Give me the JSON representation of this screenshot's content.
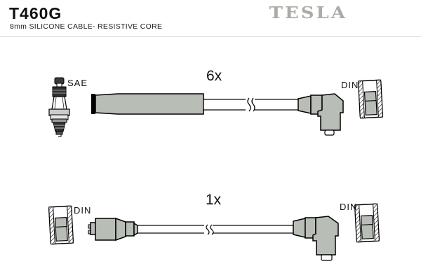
{
  "header": {
    "part_number": "T460G",
    "description": "8mm SILICONE CABLE- RESISTIVE CORE",
    "brand_logo": "TESLA"
  },
  "diagram": {
    "rows": [
      {
        "name": "spark-plug-lead",
        "quantity_label": "6x",
        "left_connector": {
          "type": "spark-plug",
          "label": "SAE"
        },
        "right_connector": {
          "type": "elbow-distributor-boot",
          "label": "DIN"
        }
      },
      {
        "name": "coil-lead",
        "quantity_label": "1x",
        "left_connector": {
          "type": "straight-boot-din-terminal",
          "label": "DIN"
        },
        "right_connector": {
          "type": "elbow-distributor-boot",
          "label": "DIN"
        }
      }
    ]
  },
  "icons": {
    "spark_plug": "spark-plug-icon",
    "din_terminal": "din-terminal-icon",
    "cable_break": "cable-break-marks"
  },
  "colors": {
    "background": "#ffffff",
    "boot_fill": "#b8bdb6",
    "brand_gray": "#a9ada6",
    "outline": "#000000"
  }
}
